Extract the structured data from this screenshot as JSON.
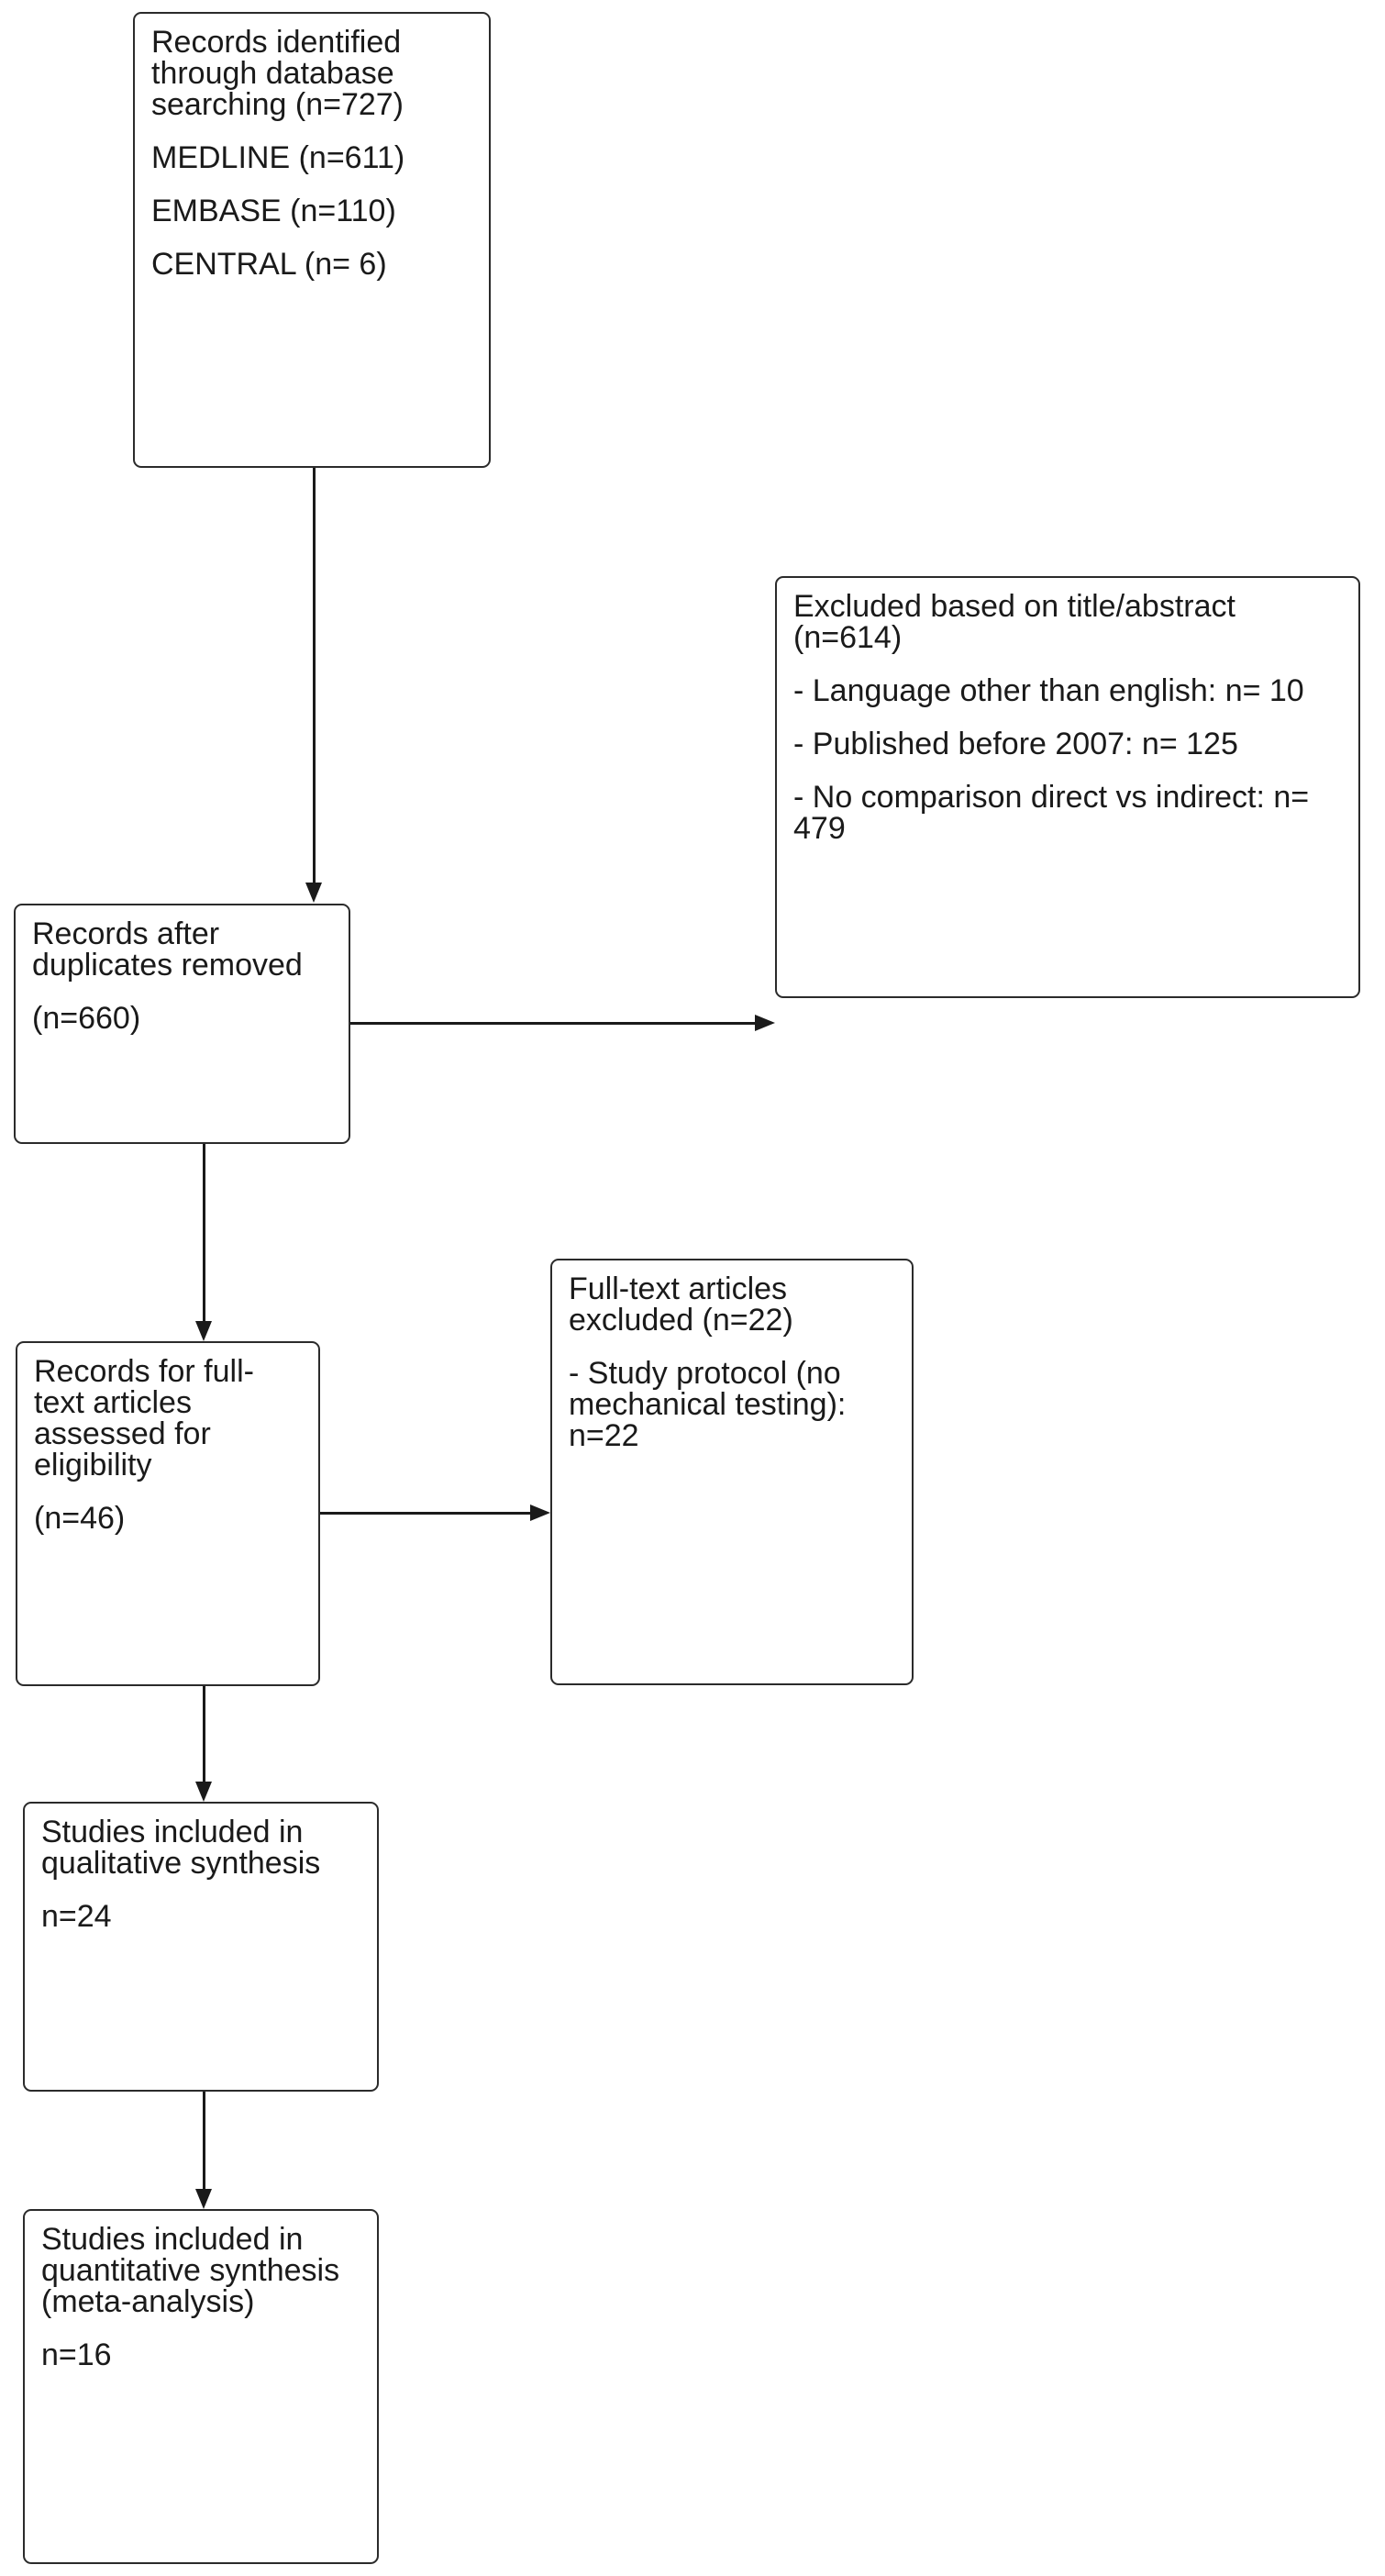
{
  "diagram": {
    "type": "prisma-flow-diagram",
    "background_color": "#ffffff",
    "stroke_color": "#1a1a1a",
    "text_color": "#1a1a1a",
    "nodes": {
      "identification": {
        "lines": [
          "Records identified through database searching (n=727)",
          "MEDLINE (n=611)",
          "EMBASE (n=110)",
          "CENTRAL (n= 6)"
        ]
      },
      "excluded_title_abstract": {
        "lines": [
          "Excluded based on title/abstract (n=614)",
          "- Language other than english: n= 10",
          "- Published before 2007: n= 125",
          "- No comparison direct vs indirect: n= 479"
        ]
      },
      "after_duplicates": {
        "lines": [
          "Records after duplicates removed",
          "(n=660)"
        ]
      },
      "fulltext_excluded": {
        "lines": [
          "Full-text articles excluded (n=22)",
          "- Study protocol (no mechanical testing): n=22"
        ]
      },
      "fulltext_assessed": {
        "lines": [
          "Records for full-text articles assessed for eligibility",
          "(n=46)"
        ]
      },
      "qualitative": {
        "lines": [
          "Studies included in qualitative synthesis",
          "n=24"
        ]
      },
      "quantitative": {
        "lines": [
          "Studies included in quantitative synthesis (meta-analysis)",
          "n=16"
        ]
      }
    },
    "counts": {
      "records_identified": 727,
      "medline": 611,
      "embase": 110,
      "central": 6,
      "excluded_title_abstract": 614,
      "excluded_language": 10,
      "excluded_before_2007": 125,
      "excluded_no_comparison": 479,
      "after_duplicates": 660,
      "fulltext_assessed": 46,
      "fulltext_excluded": 22,
      "excluded_study_protocol": 22,
      "qualitative_synthesis": 24,
      "quantitative_synthesis": 16
    }
  }
}
